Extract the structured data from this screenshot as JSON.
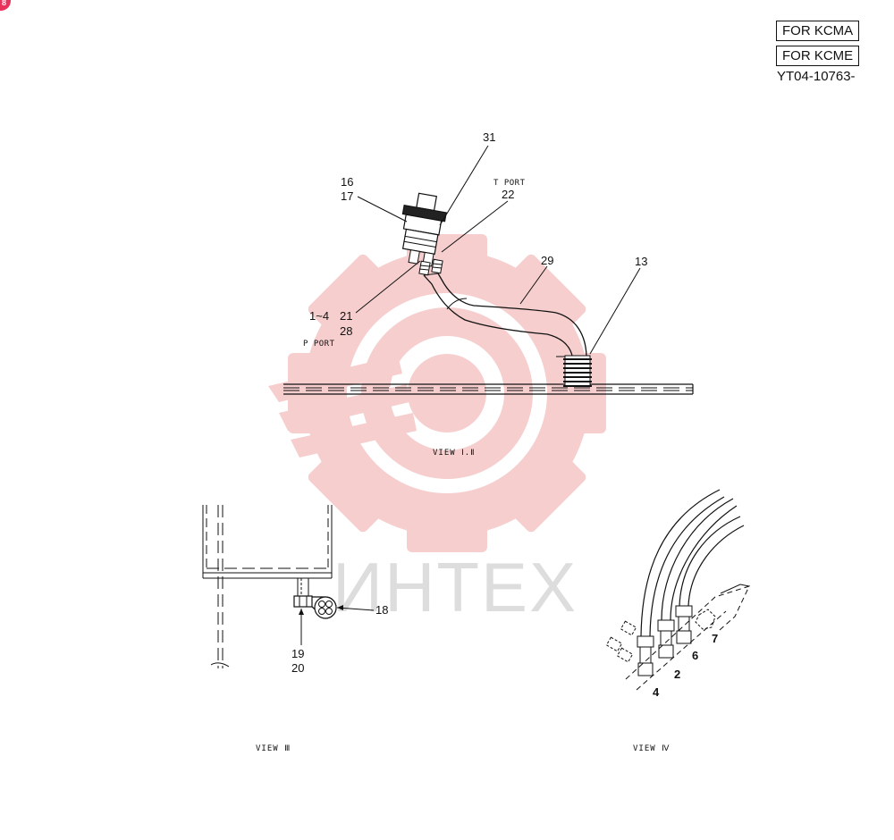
{
  "header": {
    "codes": [
      "FOR KCMA",
      "FOR KCME"
    ],
    "doc_number": "YT04-10763-"
  },
  "colors": {
    "line": "#111111",
    "watermark": "#f5c6c6",
    "watermark_text": "#dddddd",
    "badge": "#e8315b"
  },
  "watermark": {
    "text": "ИНТЕХ"
  },
  "views": {
    "view_1_2": {
      "title": "VIEW Ⅰ.Ⅱ",
      "labels": {
        "c31": "31",
        "c16": "16",
        "c17": "17",
        "t_port": "T PORT",
        "c22": "22",
        "c29": "29",
        "c13": "13",
        "c1_4": "1~4",
        "c21": "21",
        "c28": "28",
        "p_port": "P PORT"
      }
    },
    "view_3": {
      "title": "VIEW Ⅲ",
      "labels": {
        "c18": "18",
        "c19": "19",
        "c20": "20"
      }
    },
    "view_4": {
      "title": "VIEW Ⅳ",
      "labels": {
        "c7": "7",
        "c6": "6",
        "c2": "2",
        "c4": "4"
      }
    }
  }
}
